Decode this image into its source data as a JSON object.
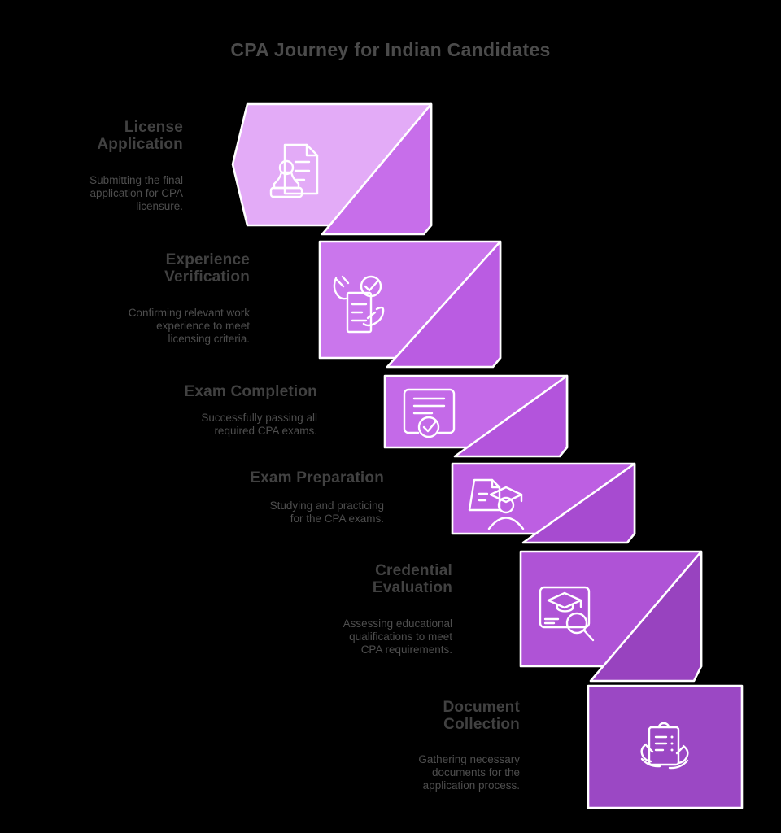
{
  "title": "CPA Journey for Indian Candidates",
  "palette": {
    "background": "#000000",
    "outline": "#ffffff",
    "title_text": "#4b4b4b",
    "step_title_text": "#414141",
    "step_desc_text": "#4e4e4e"
  },
  "steps": [
    {
      "id": "license-application",
      "title_lines": "License\nApplication",
      "description_lines": "Submitting the final\napplication for CPA\nlicensure.",
      "icon": "stamp-document-icon",
      "tile_color": "#e3abf7",
      "fold_color": "#c76eea"
    },
    {
      "id": "experience-verification",
      "title_lines": "Experience\nVerification",
      "description_lines": "Confirming relevant work\nexperience to meet\nlicensing criteria.",
      "icon": "hands-checklist-icon",
      "tile_color": "#ca76ec",
      "fold_color": "#ba5ce2"
    },
    {
      "id": "exam-completion",
      "title_lines": "Exam Completion",
      "description_lines": "Successfully passing all\nrequired CPA exams.",
      "icon": "certificate-check-icon",
      "tile_color": "#c46ae8",
      "fold_color": "#b354dc"
    },
    {
      "id": "exam-preparation",
      "title_lines": "Exam Preparation",
      "description_lines": "Studying and practicing\nfor the CPA exams.",
      "icon": "graduate-document-icon",
      "tile_color": "#bd5fe2",
      "fold_color": "#a74bd0"
    },
    {
      "id": "credential-evaluation",
      "title_lines": "Credential\nEvaluation",
      "description_lines": "Assessing educational\nqualifications to meet\nCPA requirements.",
      "icon": "screen-graduation-search-icon",
      "tile_color": "#af53d6",
      "fold_color": "#9843bf"
    },
    {
      "id": "document-collection",
      "title_lines": "Document\nCollection",
      "description_lines": "Gathering necessary\ndocuments for the\napplication process.",
      "icon": "hands-clipboard-icon",
      "tile_color": "#9b48c4",
      "fold_color": "#9b48c4"
    }
  ]
}
